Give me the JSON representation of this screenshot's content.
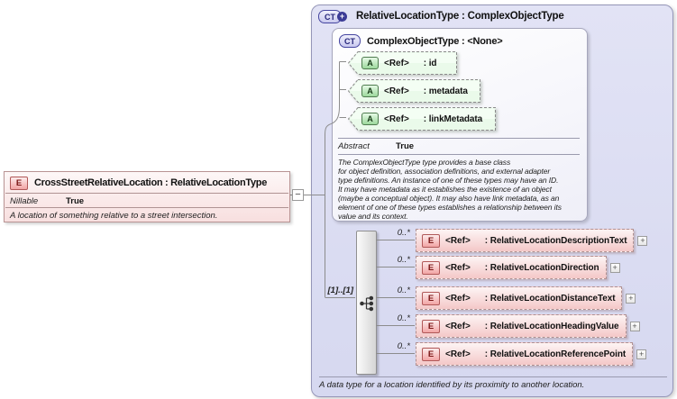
{
  "element_box": {
    "icon": "E",
    "title": "CrossStreetRelativeLocation : RelativeLocationType",
    "properties": [
      {
        "name": "Nillable",
        "value": "True"
      }
    ],
    "description": "A location of something relative to a street intersection."
  },
  "collapse_icon": "−",
  "type_box": {
    "icon": "CT",
    "icon_plus": "+",
    "title": "RelativeLocationType : ComplexObjectType",
    "description": "A data type for a location identified by its proximity to another location.",
    "expand_icon": "+",
    "base_type_box": {
      "icon": "CT",
      "title": "ComplexObjectType : <None>",
      "attributes": [
        {
          "icon": "A",
          "ref": "<Ref>",
          "name": ": id"
        },
        {
          "icon": "A",
          "ref": "<Ref>",
          "name": ": metadata"
        },
        {
          "icon": "A",
          "ref": "<Ref>",
          "name": ": linkMetadata"
        }
      ],
      "properties": [
        {
          "name": "Abstract",
          "value": "True"
        }
      ],
      "description": "The ComplexObjectType type provides a base class\nfor object definition, association definitions, and external adapter\ntype definitions. An instance of one of these types may have an ID.\nIt may have metadata as it establishes the existence of an object\n(maybe a conceptual object). It may also have link metadata, as an\nelement of one of these types establishes a relationship between its\nvalue and its context."
    },
    "sequence": {
      "cardinality": "[1]..[1]",
      "elements": [
        {
          "icon": "E",
          "ref": "<Ref>",
          "name": ": RelativeLocationDescriptionText",
          "cardinality": "0..*"
        },
        {
          "icon": "E",
          "ref": "<Ref>",
          "name": ": RelativeLocationDirection",
          "cardinality": "0..*"
        },
        {
          "icon": "E",
          "ref": "<Ref>",
          "name": ": RelativeLocationDistanceText",
          "cardinality": "0..*"
        },
        {
          "icon": "E",
          "ref": "<Ref>",
          "name": ": RelativeLocationHeadingValue",
          "cardinality": "0..*"
        },
        {
          "icon": "E",
          "ref": "<Ref>",
          "name": ": RelativeLocationReferencePoint",
          "cardinality": "0..*"
        }
      ]
    }
  },
  "colors": {
    "element_pink": "#f4c8c8",
    "attribute_green": "#9cd89c",
    "type_lavender": "#d6d8f0",
    "line_gray": "#8c8c8c"
  }
}
